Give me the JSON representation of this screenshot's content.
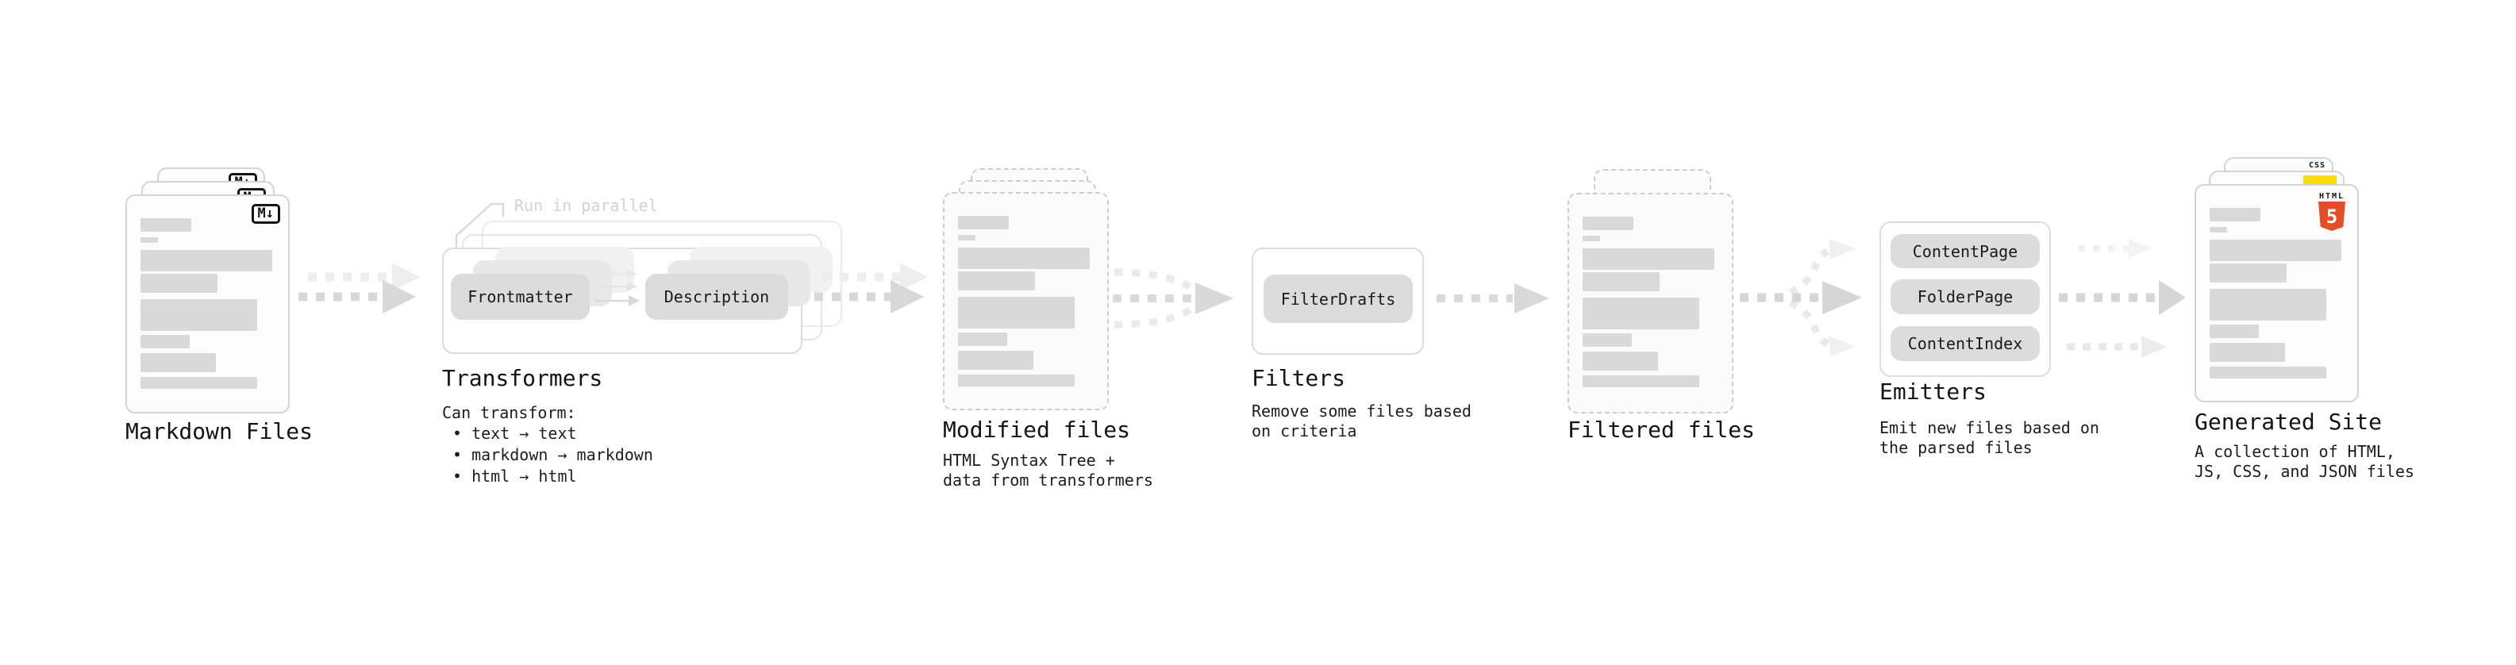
{
  "stages": {
    "markdown": {
      "title": "Markdown Files",
      "badge": "M↓"
    },
    "transformers": {
      "title": "Transformers",
      "note": "Run in parallel",
      "pill_frontmatter": "Frontmatter",
      "pill_description": "Description",
      "caption_intro": "Can transform:",
      "bullets": [
        "• text → text",
        "• markdown → markdown",
        "• html → html"
      ]
    },
    "modified": {
      "title": "Modified files",
      "lines": [
        "HTML Syntax Tree +",
        "data from transformers"
      ]
    },
    "filters": {
      "title": "Filters",
      "pill": "FilterDrafts",
      "lines": [
        "Remove some files based",
        "on criteria"
      ]
    },
    "filtered": {
      "title": "Filtered files"
    },
    "emitters": {
      "title": "Emitters",
      "pills": [
        "ContentPage",
        "FolderPage",
        "ContentIndex"
      ],
      "lines": [
        "Emit new files based on",
        "the parsed files"
      ]
    },
    "generated": {
      "title": "Generated Site",
      "lines": [
        "A collection of HTML,",
        "JS, CSS, and JSON files"
      ],
      "badge_css": "CSS",
      "badge_html_label": "HTML",
      "badge_html_number": "5"
    }
  },
  "colors": {
    "placeholder_gray": "#d9d9d9",
    "pill_gray": "#dcdcdc",
    "arrow_gray": "#d8d8d8",
    "css_blue": "#2b62e9",
    "js_yellow": "#ffdc00",
    "html_orange": "#e44d26"
  }
}
